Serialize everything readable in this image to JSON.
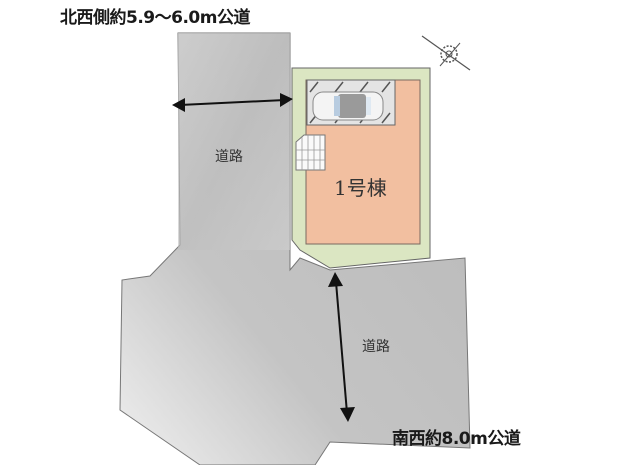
{
  "labels": {
    "northwest_road": "北西側約5.9～6.0m公道",
    "southwest_road": "南西約8.0m公道",
    "road_upper": "道路",
    "road_lower": "道路",
    "building": "1号棟"
  },
  "icons": {
    "compass": "compass-north-arrow-icon",
    "car": "car-icon",
    "stairs": "entrance-steps-icon"
  },
  "colors": {
    "road": "#c8c8c8",
    "lot_green": "#dbe6c2",
    "building": "#f2bfa0",
    "parking": "#e2e2e2",
    "outline": "#666666",
    "arrow": "#111111"
  }
}
